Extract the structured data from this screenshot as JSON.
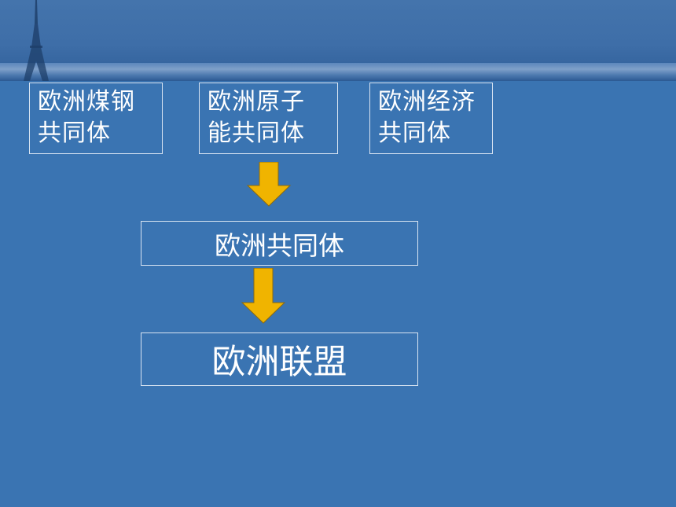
{
  "diagram": {
    "top_row": [
      {
        "label": "欧洲煤钢\n共同体"
      },
      {
        "label": "欧洲原子\n能共同体"
      },
      {
        "label": "欧洲经济\n共同体"
      }
    ],
    "middle": {
      "label": "欧洲共同体"
    },
    "bottom": {
      "label": "欧洲联盟"
    }
  },
  "colors": {
    "background": "#3a74b2",
    "arrow": "#f0b400",
    "box_border": "#d8e4f2",
    "text": "#ffffff"
  },
  "icons": {
    "banner_decor": "eiffel-tower-icon",
    "arrow": "down-arrow-icon"
  }
}
